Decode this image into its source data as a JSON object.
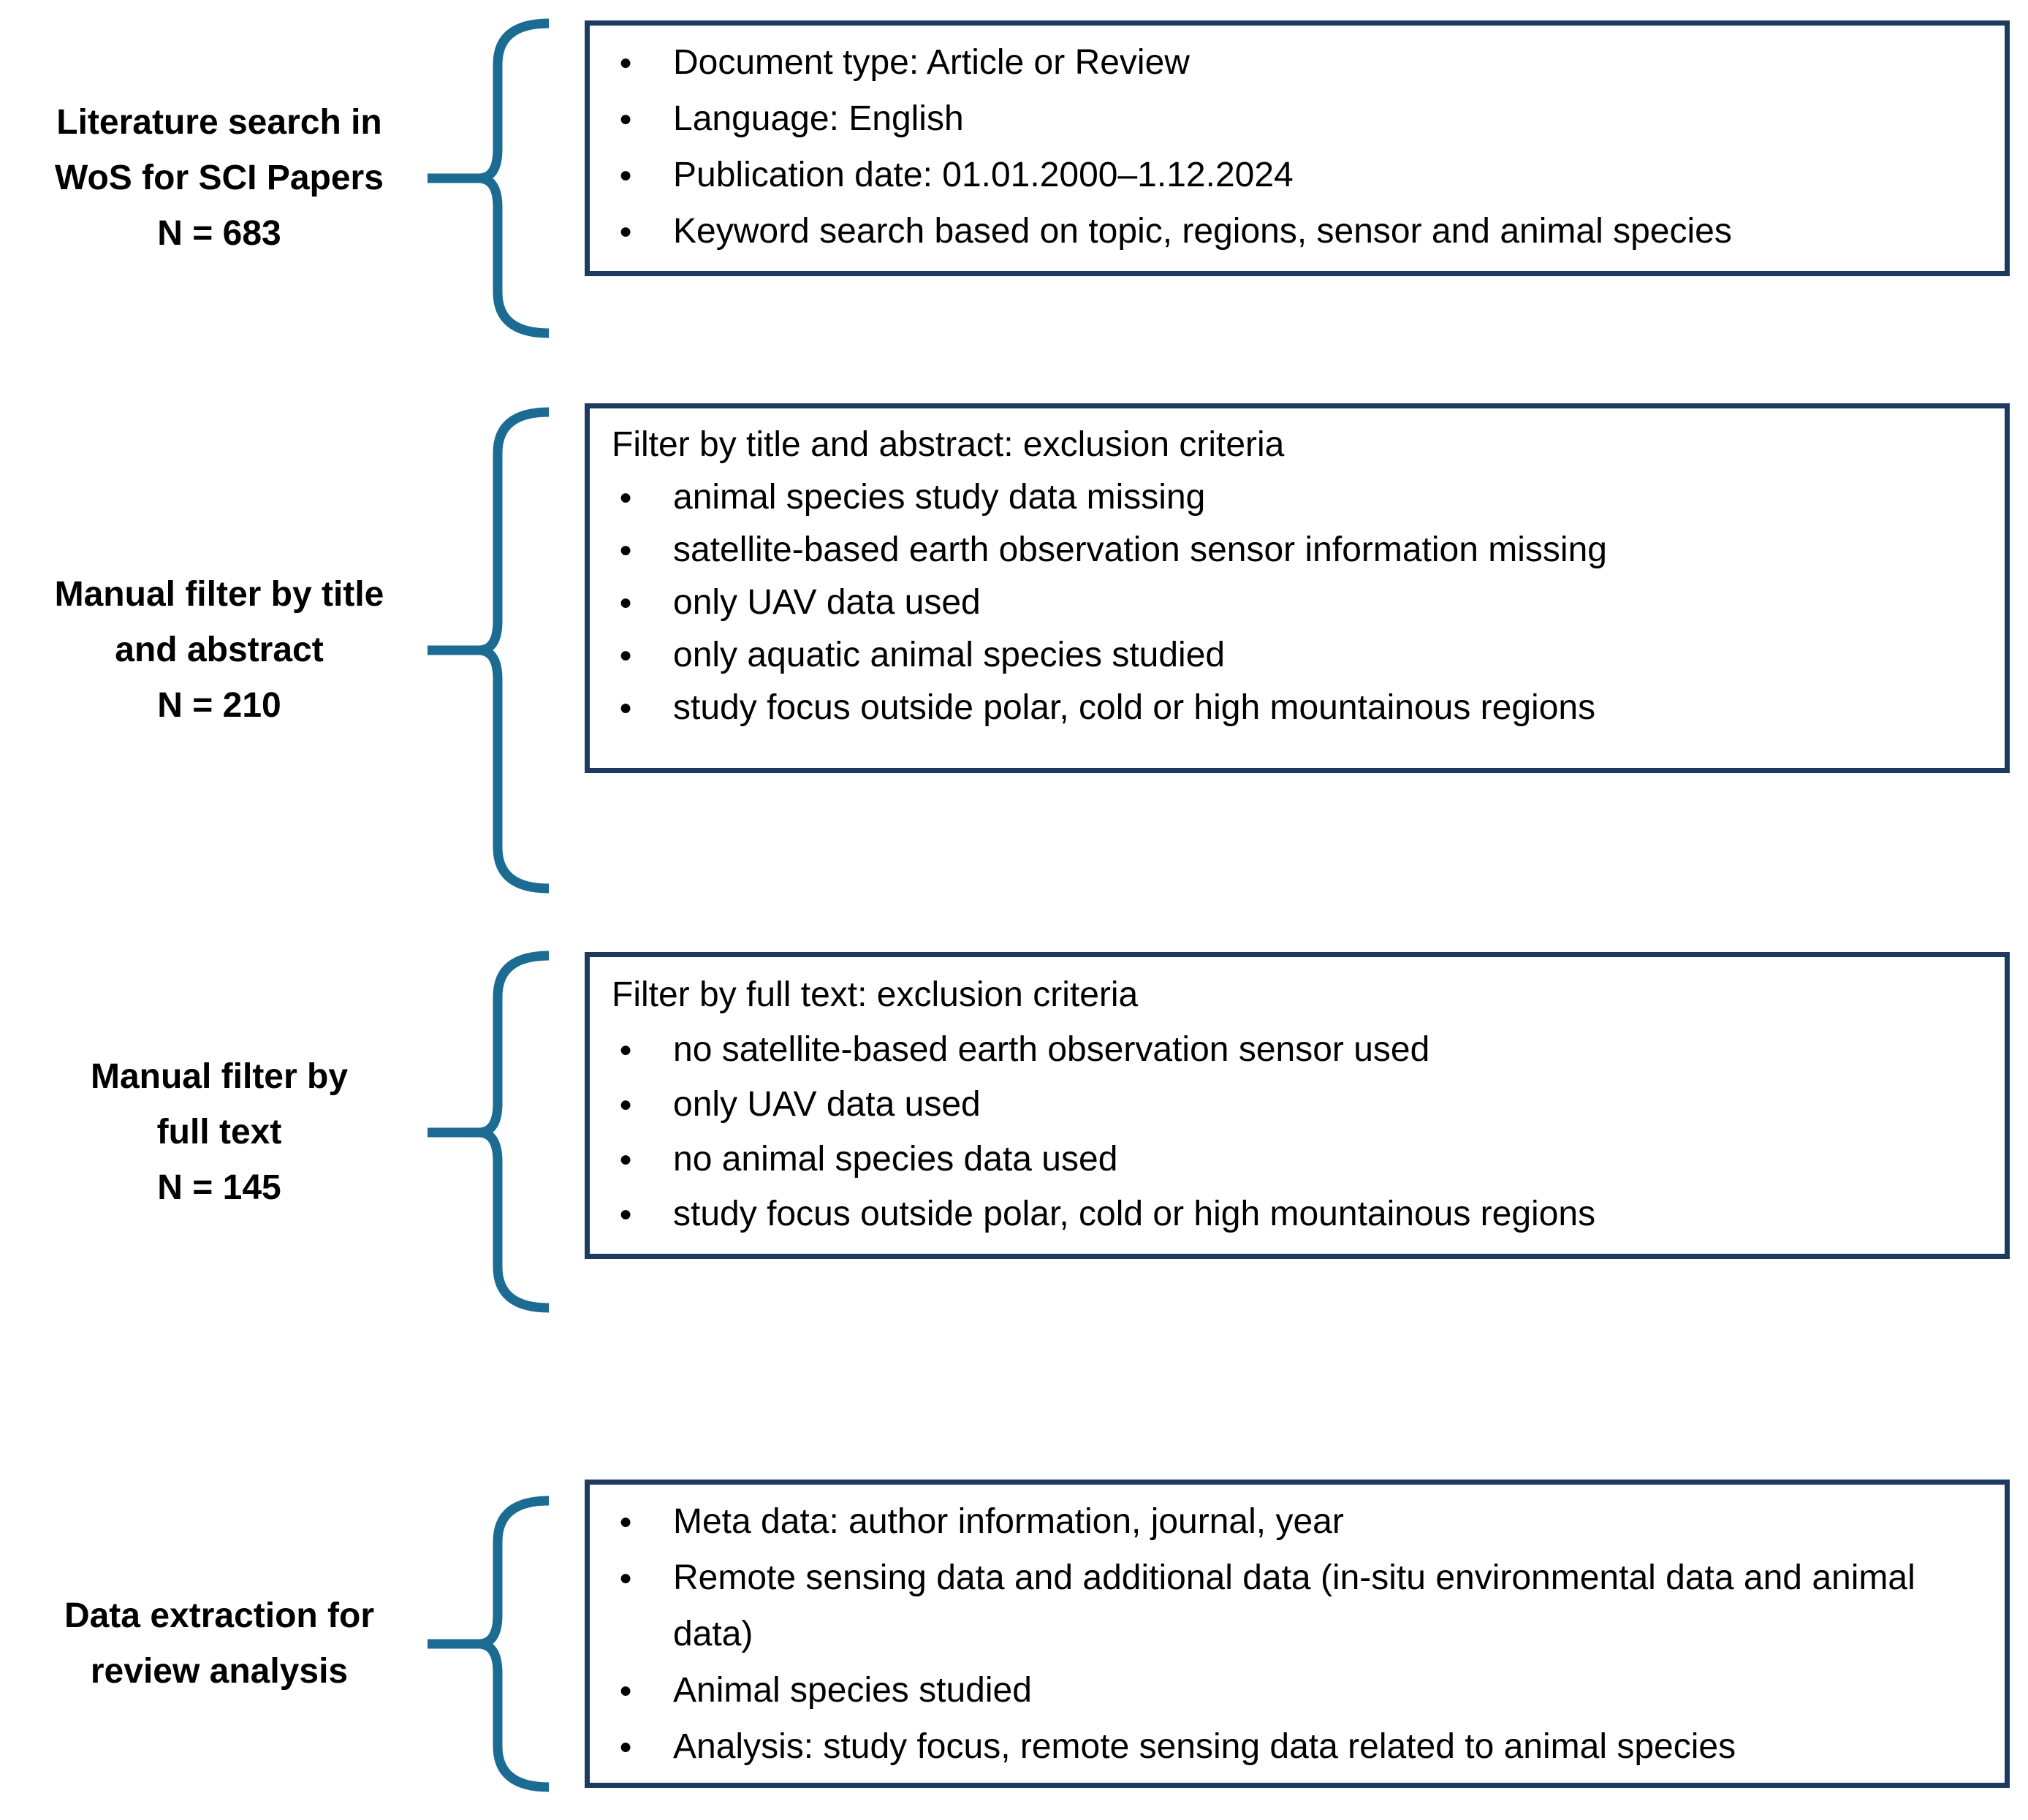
{
  "glyphs": {
    "bullet": "●"
  },
  "colors": {
    "brace": "#1b6b93",
    "box_border": "#1f3a5f",
    "text": "#000000",
    "background": "#ffffff"
  },
  "stages": [
    {
      "label_lines": [
        "Literature search in",
        "WoS for SCI Papers",
        "N = 683"
      ],
      "box": {
        "bullets": [
          "Document type: Article or Review",
          "Language: English",
          "Publication date: 01.01.2000–1.12.2024",
          "Keyword search based on topic, regions, sensor and animal species"
        ]
      }
    },
    {
      "label_lines": [
        "Manual filter by title",
        "and abstract",
        "N = 210"
      ],
      "box": {
        "header": "Filter by title and abstract: exclusion criteria",
        "bullets": [
          "animal species study data missing",
          "satellite-based earth observation sensor information missing",
          "only UAV data used",
          "only aquatic animal species studied",
          "study focus outside polar, cold or high mountainous regions"
        ]
      }
    },
    {
      "label_lines": [
        "Manual filter by",
        "full text",
        "N = 145"
      ],
      "box": {
        "header": "Filter by full text: exclusion criteria",
        "bullets": [
          "no satellite-based earth observation sensor used",
          "only UAV data used",
          "no animal species data used",
          "study focus outside polar, cold or high mountainous regions"
        ]
      }
    },
    {
      "label_lines": [
        "Data extraction for",
        "review analysis"
      ],
      "box": {
        "bullets": [
          "Meta data: author information, journal, year",
          "Remote sensing data and additional data (in-situ environmental data and animal data)",
          "Animal species studied",
          "Analysis: study focus, remote sensing data related to animal species"
        ]
      }
    }
  ]
}
